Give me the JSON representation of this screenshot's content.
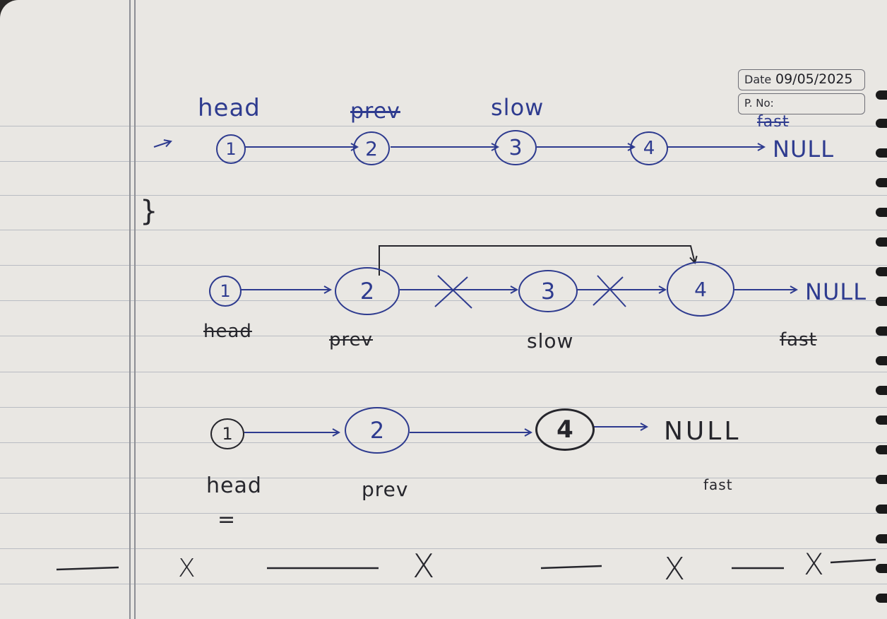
{
  "header": {
    "date_label": "Date",
    "date_value": "09/05/2025",
    "page_label": "P. No:"
  },
  "diagram_1": {
    "labels": [
      "head",
      "prev",
      "slow",
      "fast"
    ],
    "nodes": [
      "1",
      "2",
      "3",
      "4"
    ],
    "terminal": "NULL",
    "brace": "}"
  },
  "diagram_2": {
    "labels": [
      "head",
      "prev",
      "slow",
      "fast"
    ],
    "nodes": [
      "1",
      "2",
      "3",
      "4"
    ],
    "terminal": "NULL"
  },
  "diagram_3": {
    "labels": [
      "head",
      "prev",
      "fast"
    ],
    "nodes": [
      "1",
      "2",
      "4"
    ],
    "terminal": "NULL",
    "equals": "="
  },
  "bottom_row": {
    "marks": [
      "X",
      "X",
      "X",
      "X"
    ]
  },
  "colors": {
    "pen_blue": "#2e3b8f",
    "pen_dark": "#26262c",
    "paper": "#e9e7e3"
  }
}
